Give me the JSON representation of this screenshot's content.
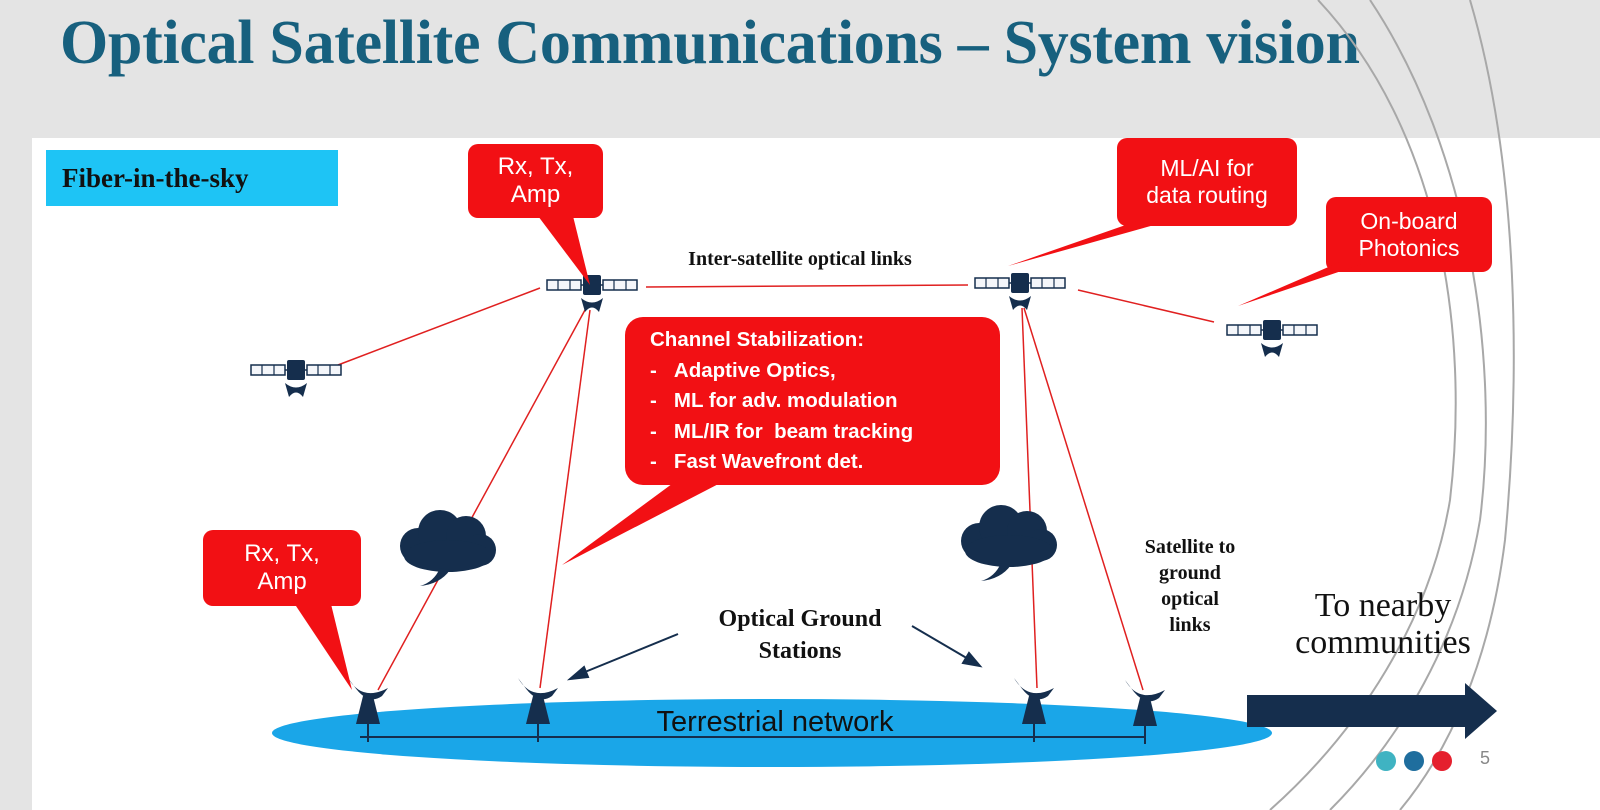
{
  "slide": {
    "title": "Optical Satellite Communications – System vision",
    "page_number": "5"
  },
  "tag": {
    "label": "Fiber-in-the-sky"
  },
  "callouts": {
    "rx_tx_amp_satellite": "Rx, Tx,\nAmp",
    "rx_tx_amp_ground": "Rx, Tx,\nAmp",
    "ml_ai": "ML/AI for\ndata routing",
    "onboard": "On-board\nPhotonics",
    "stabilization": {
      "heading": "Channel Stabilization:",
      "items": [
        "Adaptive Optics,",
        "ML for adv. modulation",
        "ML/IR for  beam tracking",
        "Fast Wavefront det."
      ]
    }
  },
  "labels": {
    "inter_satellite": "Inter-satellite optical links",
    "ground_stations": "Optical Ground\nStations",
    "sat_to_ground": "Satellite to\nground\noptical\nlinks",
    "terrestrial": "Terrestrial network",
    "nearby": "To nearby\ncommunities"
  },
  "colors": {
    "title": "#17607e",
    "callout": "#f21014",
    "link": "#e02020",
    "navy": "#152e4d",
    "tag": "#1ec4f5",
    "network": "#1aa6e8",
    "dots": [
      "#3fb3c2",
      "#1f6e9e",
      "#e5202e"
    ]
  },
  "icons": [
    "satellite-icon",
    "cloud-icon",
    "ground-station-dish-icon",
    "arrow-right-icon"
  ]
}
